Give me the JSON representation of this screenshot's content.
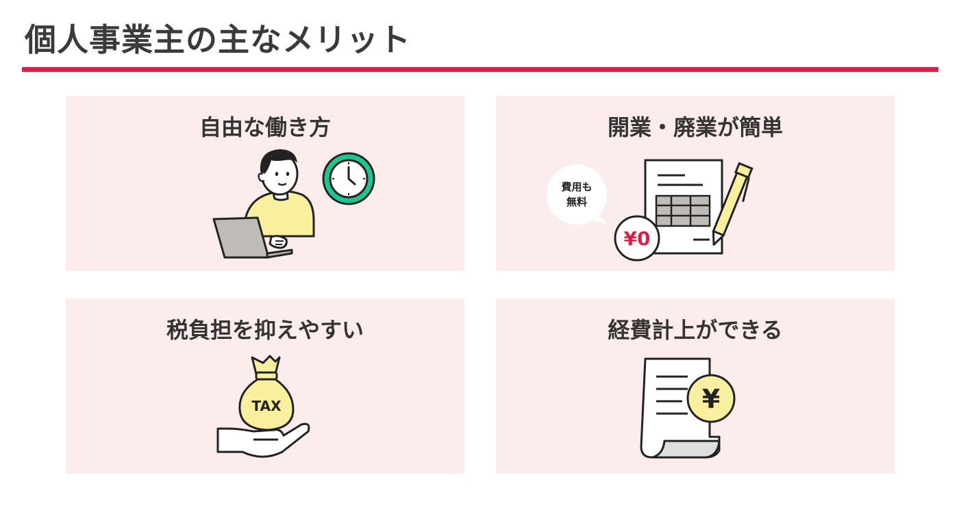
{
  "title": "個人事業主の主なメリット",
  "colors": {
    "accent": "#d6224b",
    "card_bg": "#fdecec",
    "yellow": "#f9ef9e",
    "green": "#1ec58e",
    "gray": "#bebcb4"
  },
  "cards": [
    {
      "title": "自由な働き方",
      "icons": [
        "person-icon",
        "laptop-icon",
        "clock-icon"
      ]
    },
    {
      "title": "開業・廃業が簡単",
      "speech_bubble": "費用も\n無料",
      "badge": "¥0",
      "icons": [
        "document-icon",
        "pen-icon",
        "speech-bubble-icon",
        "yen-zero-badge-icon"
      ]
    },
    {
      "title": "税負担を抑えやすい",
      "bag_label": "TAX",
      "icons": [
        "money-bag-icon",
        "hand-icon"
      ]
    },
    {
      "title": "経費計上ができる",
      "coin_label": "¥",
      "icons": [
        "receipt-icon",
        "yen-coin-icon"
      ]
    }
  ]
}
